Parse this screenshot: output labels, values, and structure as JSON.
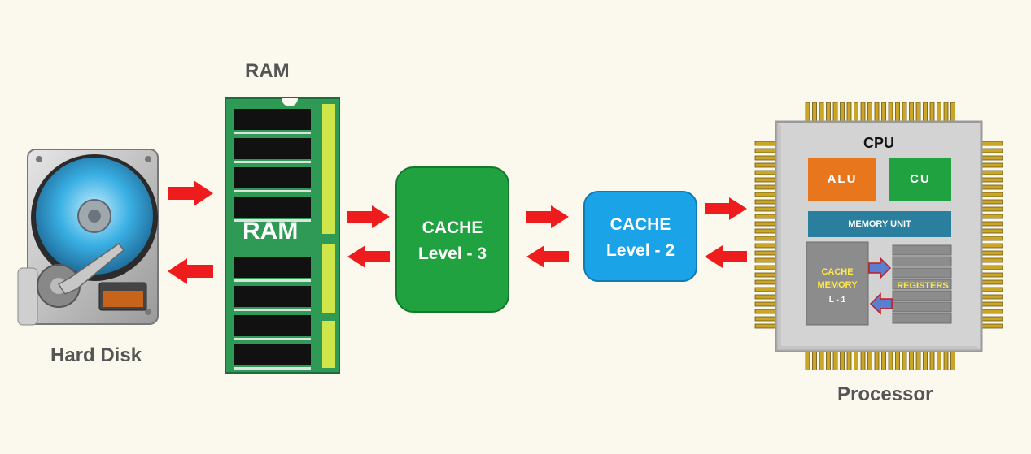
{
  "labels": {
    "ram_top": "RAM",
    "ram_chip": "RAM",
    "hard_disk": "Hard Disk",
    "processor": "Processor"
  },
  "cache_l3": {
    "line1": "CACHE",
    "line2": "Level - 3"
  },
  "cache_l2": {
    "line1": "CACHE",
    "line2": "Level - 2"
  },
  "cpu": {
    "title": "CPU",
    "alu": "ALU",
    "cu": "CU",
    "memory_unit": "MEMORY UNIT",
    "cache_memory_line1": "CACHE",
    "cache_memory_line2": "MEMORY",
    "cache_memory_line3": "L - 1",
    "registers": "REGISTERS"
  },
  "colors": {
    "background": "#fbf8ee",
    "arrow": "#ee1c1c",
    "cache_l3": "#1fa23f",
    "cache_l2": "#1aa3e6",
    "ram_board": "#2e9a55",
    "alu": "#e8761c",
    "cu": "#1fa23f",
    "memory_unit": "#2a7f9e",
    "cpu_pins": "#c9a52a"
  },
  "icons": [
    "hard-disk-icon",
    "ram-module-icon",
    "cpu-chip-icon",
    "right-arrow-icon",
    "left-arrow-icon"
  ]
}
